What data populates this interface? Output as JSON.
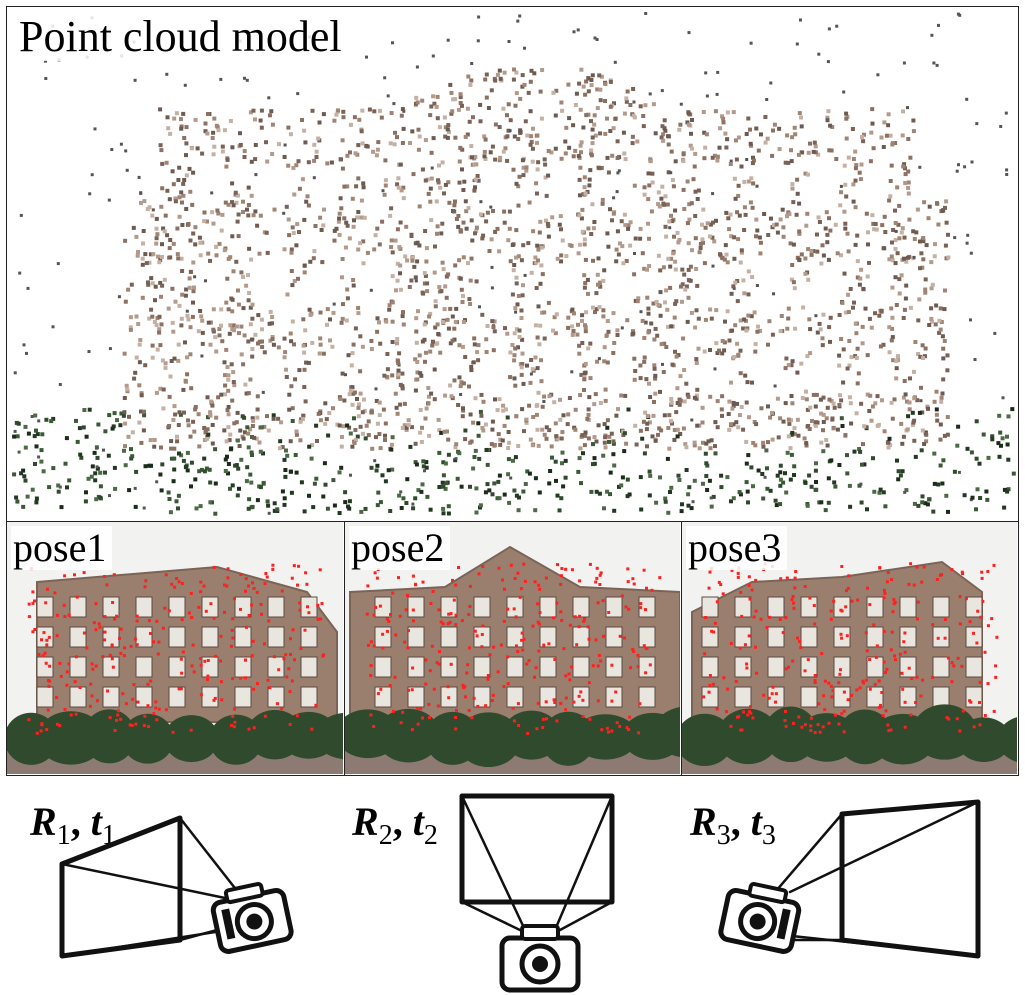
{
  "figure": {
    "cloud_label": "Point cloud model",
    "poses": [
      {
        "label": "pose1"
      },
      {
        "label": "pose2"
      },
      {
        "label": "pose3"
      }
    ],
    "cameras": [
      {
        "R": "R",
        "t": "t",
        "sub": "1"
      },
      {
        "R": "R",
        "t": "t",
        "sub": "2"
      },
      {
        "R": "R",
        "t": "t",
        "sub": "3"
      }
    ]
  },
  "colors": {
    "feature_points": "#ff2020",
    "brick": "#9a7f6e",
    "foliage": "#2f4a2c",
    "sky": "#f2f3f0",
    "outline": "#111111"
  }
}
